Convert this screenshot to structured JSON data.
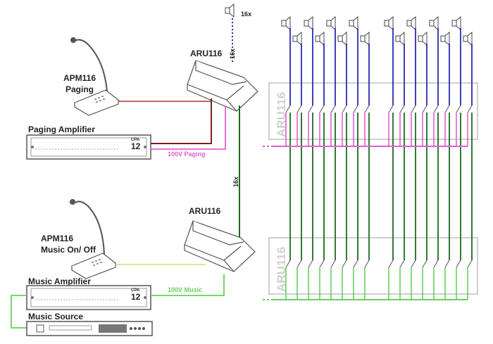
{
  "labels": {
    "apm_top_line1": "APM116",
    "apm_top_line2": "Paging",
    "apm_bottom_line1": "APM116",
    "apm_bottom_line2": "Music On/ Off",
    "paging_amp": "Paging Amplifier",
    "music_amp": "Music Amplifier",
    "music_source": "Music Source",
    "aru_top": "ARU116",
    "aru_bottom": "ARU116",
    "speaker_count": "16x",
    "aru_top_count": "16x",
    "link_count": "16x",
    "line_100v_paging": "100V Paging",
    "line_100v_music": "100V Music",
    "amp_brand": "CPA",
    "amp_model": "12",
    "rack_top": "ARU116",
    "rack_bottom": "ARU116"
  },
  "colors": {
    "speaker_line": "#2a2ab0",
    "paging": "#e060d0",
    "music": "#66d05a",
    "link": "#1e6a1e",
    "red": "#b03030",
    "dark_red": "#7a2020",
    "yellow": "#d8d870",
    "rack": "#c8c8c8"
  }
}
